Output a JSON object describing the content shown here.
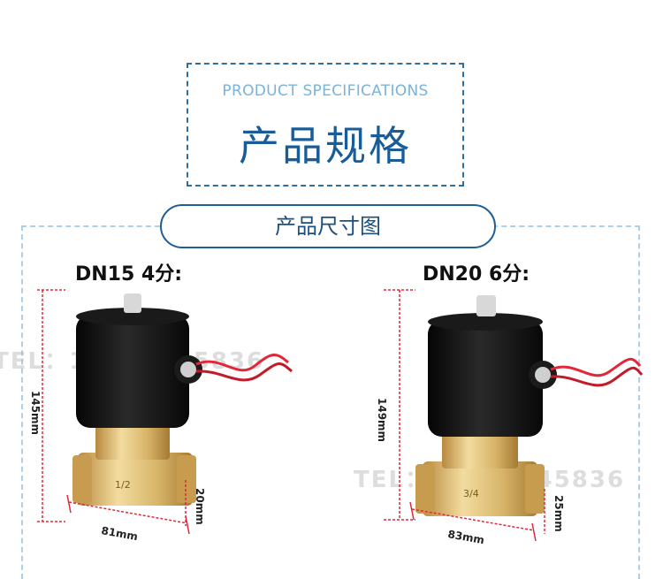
{
  "header": {
    "title_en": "PRODUCT SPECIFICATIONS",
    "title_cn": "产品规格"
  },
  "section": {
    "label": "产品尺寸图"
  },
  "products": [
    {
      "model": "DN15 4分:",
      "height": "145mm",
      "length": "81mm",
      "port": "20mm",
      "body_mark": "1/2"
    },
    {
      "model": "DN20 6分:",
      "height": "149mm",
      "length": "83mm",
      "port": "25mm",
      "body_mark": "3/4"
    }
  ],
  "watermarks": [
    "TEL：18118245836",
    "TEL：18118245836"
  ],
  "colors": {
    "brand_blue": "#1a5c97",
    "light_blue": "#7ab3dc",
    "dim_red": "#e0283a",
    "brass": "#d8b46a"
  }
}
